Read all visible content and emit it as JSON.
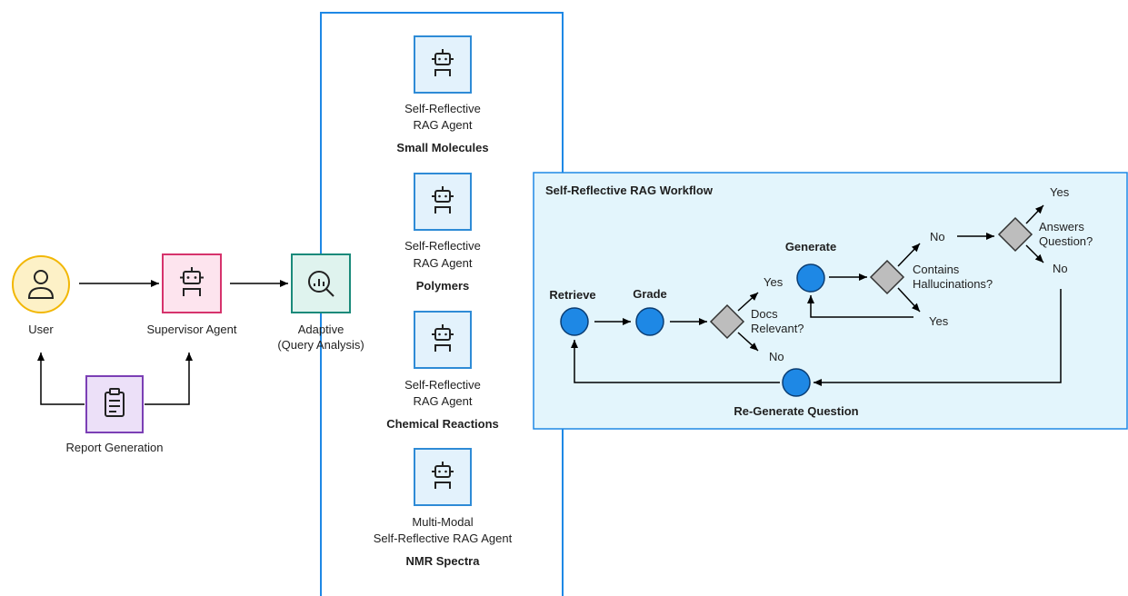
{
  "left": {
    "user_label": "User",
    "supervisor_label": "Supervisor Agent",
    "report_label": "Report Generation",
    "adaptive_line1": "Adaptive",
    "adaptive_line2": "(Query Analysis)"
  },
  "agents": [
    {
      "line1": "Self-Reflective",
      "line2": "RAG Agent",
      "domain": "Small Molecules"
    },
    {
      "line1": "Self-Reflective",
      "line2": "RAG Agent",
      "domain": "Polymers"
    },
    {
      "line1": "Self-Reflective",
      "line2": "RAG Agent",
      "domain": "Chemical Reactions"
    },
    {
      "line1": "Multi-Modal",
      "line2": "Self-Reflective RAG Agent",
      "domain": "NMR Spectra"
    }
  ],
  "workflow": {
    "title": "Self-Reflective RAG Workflow",
    "retrieve": "Retrieve",
    "grade": "Grade",
    "generate": "Generate",
    "docs_relevant_1": "Docs",
    "docs_relevant_2": "Relevant?",
    "yes1": "Yes",
    "no1": "No",
    "hall_1": "Contains",
    "hall_2": "Hallucinations?",
    "no2": "No",
    "yes2": "Yes",
    "ans_1": "Answers",
    "ans_2": "Question?",
    "yes3": "Yes",
    "no3": "No",
    "regen": "Re-Generate Question"
  },
  "colors": {
    "user": "#f2b705",
    "supervisor": "#d6336c",
    "report": "#7b3fb5",
    "adaptive": "#1a8a7a",
    "agent": "#2e8bd6",
    "panel_border": "#1e88e5",
    "node": "#1e88e5",
    "diamond": "#bdbdbd"
  }
}
